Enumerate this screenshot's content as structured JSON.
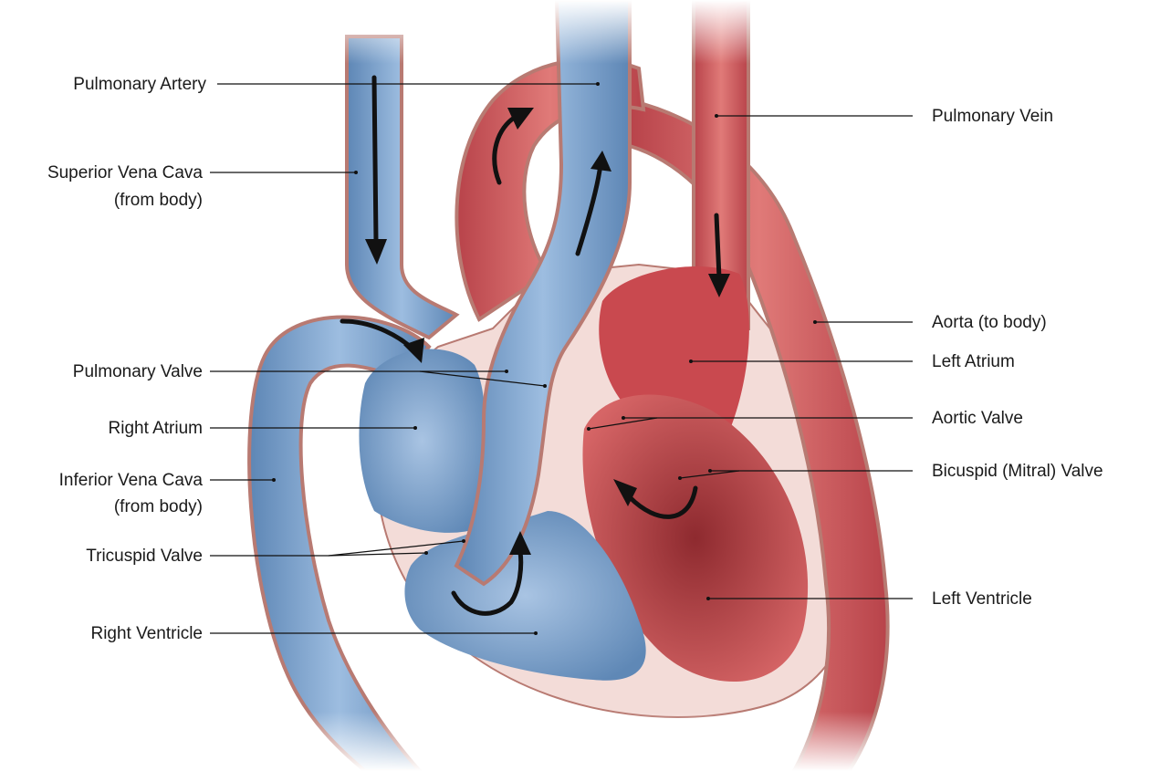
{
  "labels": {
    "pulmonary_artery": "Pulmonary Artery",
    "superior_vena_cava_l1": "Superior Vena Cava",
    "superior_vena_cava_l2": "(from body)",
    "pulmonary_valve": "Pulmonary Valve",
    "right_atrium": "Right Atrium",
    "inferior_vena_cava_l1": "Inferior Vena Cava",
    "inferior_vena_cava_l2": "(from body)",
    "tricuspid_valve": "Tricuspid Valve",
    "right_ventricle": "Right Ventricle",
    "pulmonary_vein": "Pulmonary Vein",
    "aorta": "Aorta (to body)",
    "left_atrium": "Left Atrium",
    "aortic_valve": "Aortic Valve",
    "bicuspid_valve": "Bicuspid (Mitral) Valve",
    "left_ventricle": "Left Ventricle"
  },
  "colors": {
    "deoxygenated": "#8fb2d8",
    "deoxygenated_dark": "#5d86b5",
    "oxygenated": "#cf5a5a",
    "oxygenated_dark": "#a83a3d",
    "tissue": "#f3dcd8",
    "tissue_edge": "#b87a72",
    "arrow": "#111111"
  }
}
